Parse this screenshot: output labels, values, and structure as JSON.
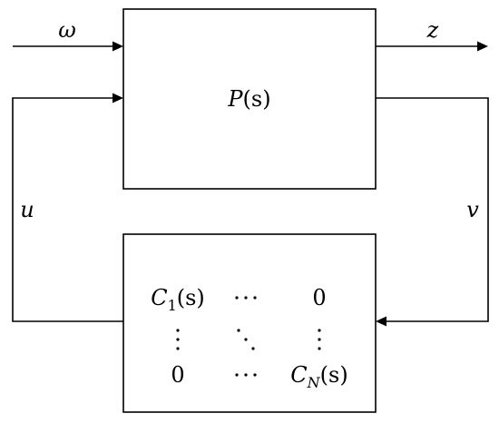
{
  "signals": {
    "disturbance": "ω",
    "performance": "z",
    "control": "u",
    "measurement": "v"
  },
  "plant": {
    "name": "P",
    "argument": "(s)"
  },
  "controller": {
    "c11_name": "C",
    "c11_index": "1",
    "c11_argument": "(s)",
    "c12": "0",
    "c21": "0",
    "cnn_name": "C",
    "cnn_index": "N",
    "cnn_argument": "(s)"
  }
}
